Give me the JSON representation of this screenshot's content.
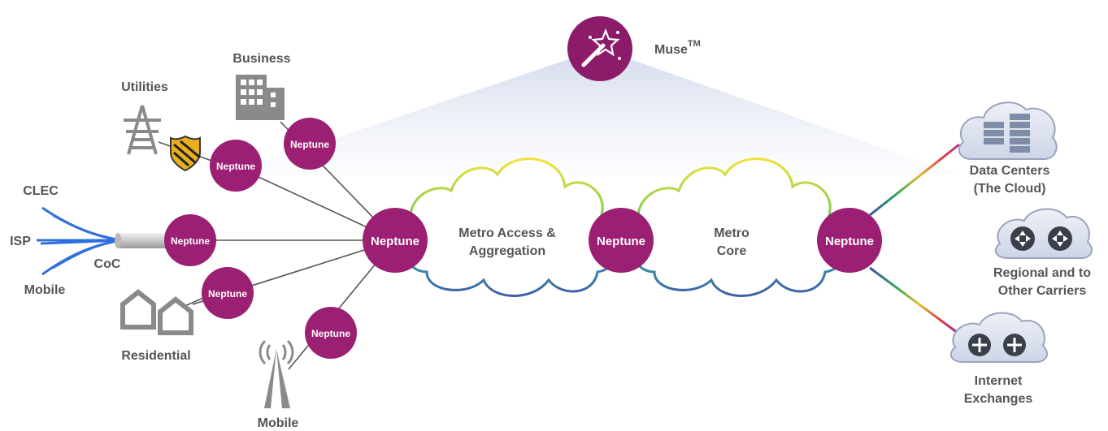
{
  "muse": {
    "label": "Muse",
    "tm": "TM"
  },
  "node_label": "Neptune",
  "clouds": {
    "metro_access_line1": "Metro Access &",
    "metro_access_line2": "Aggregation",
    "metro_core_line1": "Metro",
    "metro_core_line2": "Core"
  },
  "left_labels": {
    "business": "Business",
    "utilities": "Utilities",
    "clec": "CLEC",
    "isp": "ISP",
    "coc": "CoC",
    "mobile_left": "Mobile",
    "residential": "Residential",
    "mobile_bottom": "Mobile"
  },
  "right_labels": {
    "data_centers_line1": "Data Centers",
    "data_centers_line2": "(The Cloud)",
    "regional_line1": "Regional and to",
    "regional_line2": "Other Carriers",
    "internet_line1": "Internet",
    "internet_line2": "Exchanges"
  },
  "colors": {
    "node": "#9b1f72",
    "muse": "#8c1c69",
    "icon_gray": "#8a8a8a",
    "text_gray": "#555555",
    "blue_fiber": "#2f6fe0",
    "cloud_bottom": "#3e5ea8",
    "cloud_top_yellow": "#f2e23a",
    "cloud_teal": "#2fb5a5"
  }
}
